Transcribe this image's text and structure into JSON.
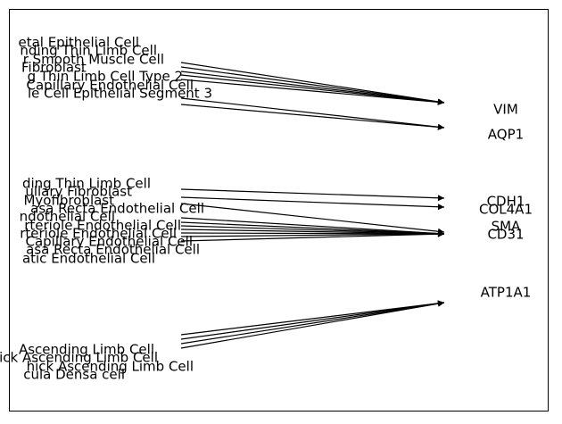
{
  "colors": {
    "line": "#000000",
    "frame": "#000000",
    "background": "#ffffff"
  },
  "targets": [
    {
      "id": "vim",
      "label": "VIM"
    },
    {
      "id": "aqp1",
      "label": "AQP1"
    },
    {
      "id": "cdh1",
      "label": "CDH1"
    },
    {
      "id": "col4a1",
      "label": "COL4A1"
    },
    {
      "id": "sma",
      "label": "SMA"
    },
    {
      "id": "cd31",
      "label": "CD31"
    },
    {
      "id": "atp1a1",
      "label": "ATP1A1"
    }
  ],
  "sources": [
    {
      "label": "etal Epithelial Cell",
      "targets": [
        "vim"
      ]
    },
    {
      "label": "nding Thin Limb Cell",
      "targets": [
        "vim"
      ]
    },
    {
      "label": "r Smooth Muscle Cell",
      "targets": [
        "vim"
      ]
    },
    {
      "label": "Fibroblast",
      "targets": [
        "vim"
      ]
    },
    {
      "label": "g Thin Limb Cell Type 2",
      "targets": [
        "vim"
      ]
    },
    {
      "label": "Capillary Endothelial Cell",
      "targets": [
        "aqp1"
      ]
    },
    {
      "label": "le Cell Epithelial Segment 3",
      "targets": [
        "aqp1"
      ]
    },
    {
      "label": "ding Thin Limb Cell",
      "targets": [
        "cdh1"
      ]
    },
    {
      "label": "ullary Fibroblast",
      "targets": [
        "col4a1"
      ]
    },
    {
      "label": "Myofibroblast",
      "targets": [
        "sma"
      ]
    },
    {
      "label": "asa Recta Endothelial Cell",
      "targets": [
        "cd31"
      ]
    },
    {
      "label": "ndothelial Cell",
      "targets": [
        "cd31"
      ]
    },
    {
      "label": "rteriole Endothelial Cell",
      "targets": [
        "cd31"
      ]
    },
    {
      "label": "rteriole Endothelial Cell",
      "targets": [
        "cd31"
      ]
    },
    {
      "label": "Capillary Endothelial Cell",
      "targets": [
        "cd31"
      ]
    },
    {
      "label": "asa Recta Endothelial Cell",
      "targets": [
        "cd31"
      ]
    },
    {
      "label": "atic Endothelial Cell",
      "targets": [
        "cd31"
      ]
    },
    {
      "label": "Ascending Limb Cell",
      "targets": [
        "atp1a1"
      ]
    },
    {
      "label": "ick Ascending Limb Cell",
      "targets": [
        "atp1a1"
      ]
    },
    {
      "label": "hick Ascending Limb Cell",
      "targets": [
        "atp1a1"
      ]
    },
    {
      "label": "cula Densa cell",
      "targets": [
        "atp1a1"
      ]
    }
  ]
}
